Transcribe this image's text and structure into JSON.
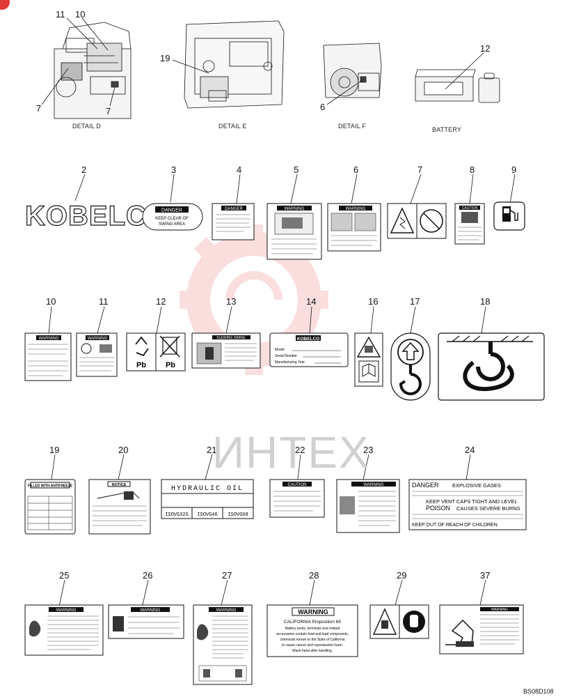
{
  "detail_labels": {
    "d": "DETAIL D",
    "e": "DETAIL E",
    "f": "DETAIL F",
    "battery": "BATTERY"
  },
  "callouts": {
    "d_11": "11",
    "d_10": "10",
    "d_7a": "7",
    "d_7b": "7",
    "e_19": "19",
    "f_6": "6",
    "bat_12": "12",
    "r1": [
      "2",
      "3",
      "4",
      "5",
      "6",
      "7",
      "8",
      "9"
    ],
    "r2": [
      "10",
      "11",
      "12",
      "13",
      "14",
      "16",
      "17",
      "18"
    ],
    "r3": [
      "19",
      "20",
      "21",
      "22",
      "23",
      "24"
    ],
    "r4": [
      "25",
      "26",
      "27",
      "28",
      "29",
      "37"
    ]
  },
  "decals": {
    "kobelco": "KOBELCO",
    "d3": {
      "title": "DANGER",
      "line1": "KEEP CLEAR OF",
      "line2": "SWING AREA"
    },
    "d4": "DANGER",
    "d5": "WARNING",
    "d6": "WARNING",
    "d8": "CAUTION",
    "d9_icon": "fuel-pump-icon",
    "d10": "WARNING",
    "d11": "WARNING",
    "d12": {
      "a": "Pb",
      "b": "Pb"
    },
    "d13": "SLEWING SWING",
    "d14": {
      "brand": "KOBELCO",
      "model": "Model",
      "serial": "Serial Number",
      "year": "Manufacturing Year"
    },
    "d19": "FILLED WITH ANTIFREEZE",
    "d20": "NOTICE",
    "d21": {
      "title": "HYDRAULIC OIL",
      "cols": [
        "ISOVG32S",
        "ISOVG46",
        "ISOVG68"
      ]
    },
    "d22": "CAUTION",
    "d23": "WARNING",
    "d24": {
      "l1": "DANGER",
      "l1b": "EXPLOSIVE GASES",
      "l2": "KEEP VENT CAPS TIGHT AND LEVEL",
      "l3": "POISON",
      "l3b": "CAUSES SEVERE BURNS",
      "l4": "KEEP OUT OF REACH OF CHILDREN"
    },
    "d25": "WARNING",
    "d26": "WARNING",
    "d27": "WARNING",
    "d28": {
      "title": "WARNING",
      "sub": "CALIFORNIA Proposition 65",
      "body": [
        "Battery posts, terminals and related",
        "accessories contain lead and lead compounds,",
        "chemicals known to the State of California",
        "to cause cancer and reproductive harm.",
        "Wash hand after handling."
      ]
    },
    "d37": "WARNING"
  },
  "watermark": "ИНТЕХ",
  "figure_code": "BS08D108",
  "colors": {
    "line": "#111111",
    "watermark": "#f2b8b8",
    "grey": "#d0d0d0",
    "accent": "#e53935"
  }
}
